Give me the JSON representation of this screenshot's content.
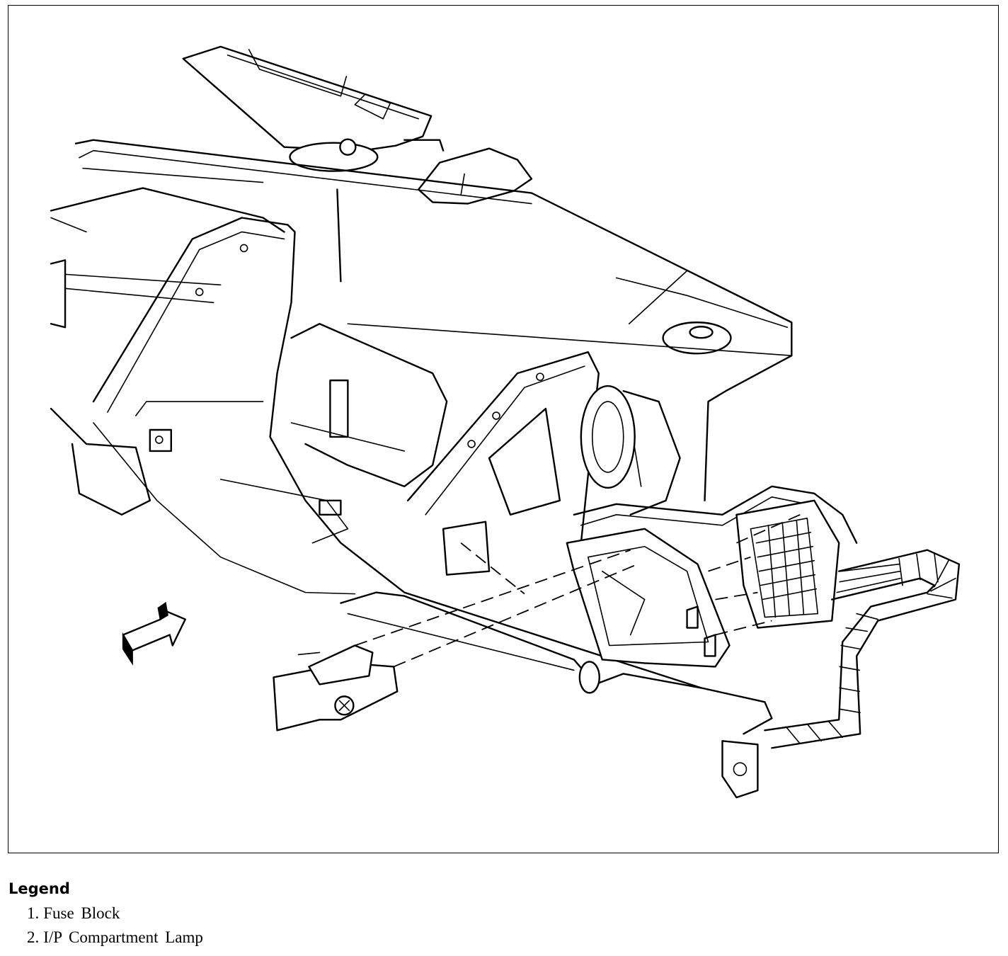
{
  "legend": {
    "title": "Legend",
    "items": [
      {
        "number": "1.",
        "label": "Fuse Block"
      },
      {
        "number": "2.",
        "label": "I/P Compartment Lamp"
      }
    ]
  }
}
